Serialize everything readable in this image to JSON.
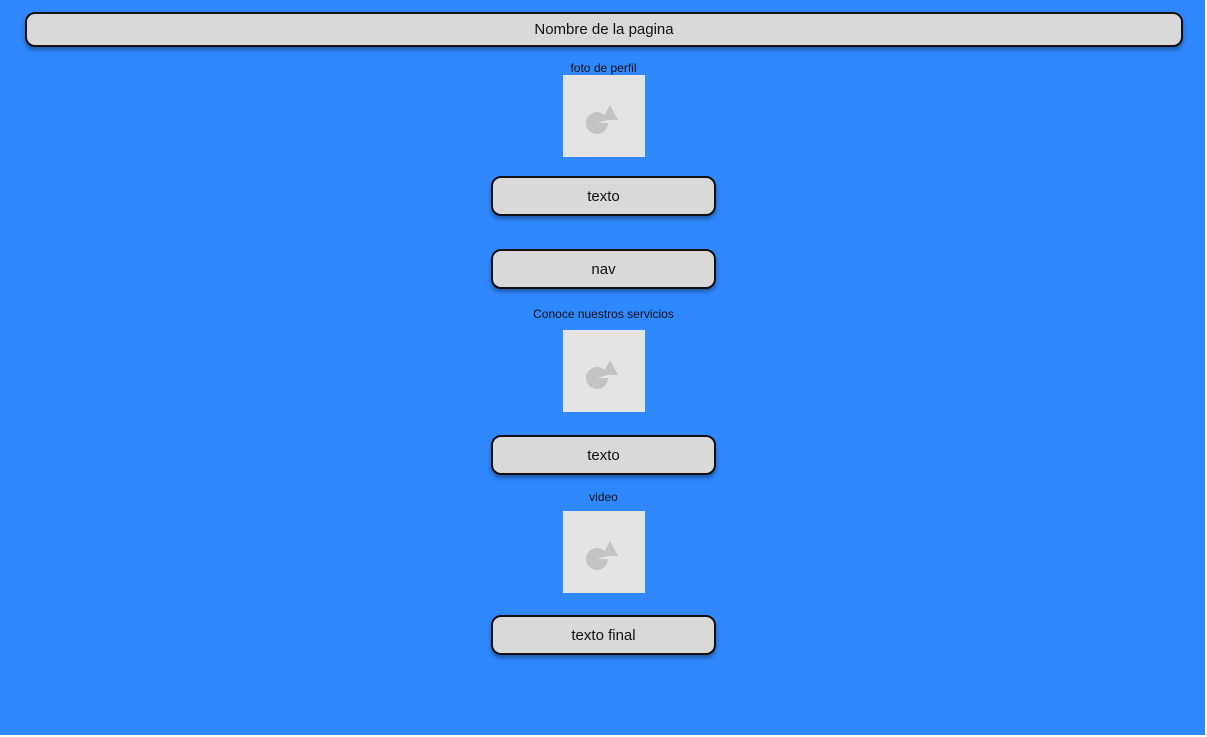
{
  "header": {
    "title": "Nombre de la pagina"
  },
  "sections": {
    "profile_caption": "foto de perfil",
    "text_button_1": "texto",
    "nav_button": "nav",
    "services_caption": "Conoce nuestros servicios",
    "text_button_2": "texto",
    "video_caption": "video",
    "final_button": "texto final"
  },
  "icons": {
    "image_placeholder": "image-placeholder-icon"
  },
  "colors": {
    "background": "#3088ff",
    "box_fill": "#d9d9d9",
    "box_border": "#111111",
    "placeholder_fill": "#e4e4e4",
    "icon_fill": "#c3c3c3"
  }
}
